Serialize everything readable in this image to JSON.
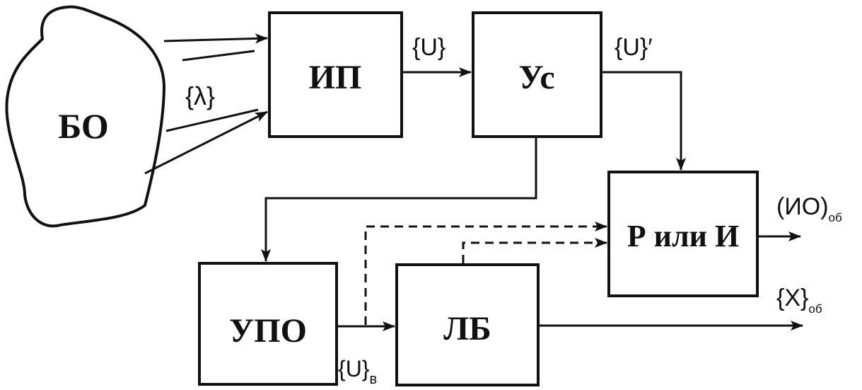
{
  "blocks": {
    "bo": "БО",
    "ip": "ИП",
    "us": "Ус",
    "upo": "УПО",
    "lb": "ЛБ",
    "r_ili_i": "Р или И"
  },
  "signals": {
    "lambda": "{λ}",
    "u": "{U}",
    "u_prime": "{U}′",
    "u_b_main": "{U}",
    "u_b_sub": "в",
    "io_main": "(ИО)",
    "io_sub": "об",
    "x_main": "{X}",
    "x_sub": "об"
  }
}
